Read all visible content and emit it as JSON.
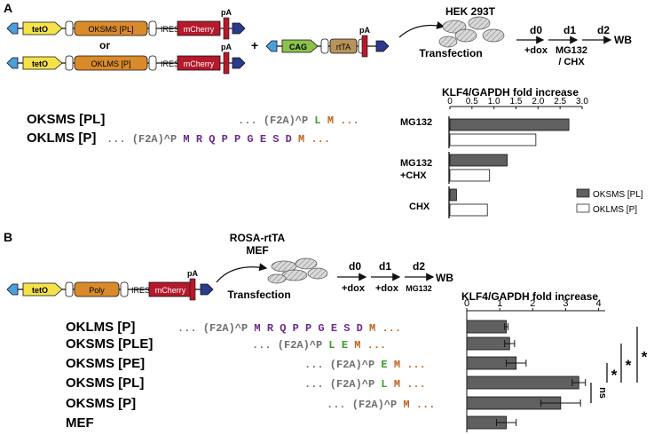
{
  "panel_a": {
    "letter": "A",
    "construct1": {
      "tetO": "tetO",
      "gene": "OKSMS [PL]",
      "ires": "IRES",
      "mcherry": "mCherry",
      "pA": "pA"
    },
    "or": "or",
    "construct2": {
      "tetO": "tetO",
      "gene": "OKLMS [P]",
      "ires": "IRES",
      "mcherry": "mCherry",
      "pA": "pA"
    },
    "plus": "+",
    "construct3": {
      "cag": "CAG",
      "rtta": "rtTA",
      "pA": "pA"
    },
    "cells": "HEK 293T",
    "transfection": "Transfection",
    "timeline": {
      "d0": "d0",
      "dox": "+dox",
      "d1": "d1",
      "treat1": "MG132",
      "treat2": "/ CHX",
      "d2": "d2",
      "wb": "WB"
    },
    "seq_label1": "OKSMS [PL]",
    "seq1": [
      {
        "t": "... (F2A)^P",
        "c": "#6e6e6e"
      },
      {
        "t": " L",
        "c": "#3c9a2e"
      },
      {
        "t": " M",
        "c": "#c0601c"
      },
      {
        "t": " ...",
        "c": "#c0601c"
      }
    ],
    "seq_label2": "OKLMS [P]",
    "seq2": [
      {
        "t": "... (F2A)^P",
        "c": "#6e6e6e"
      },
      {
        "t": " M R Q P P G E S D",
        "c": "#6a2a8a"
      },
      {
        "t": " M",
        "c": "#c0601c"
      },
      {
        "t": " ...",
        "c": "#c0601c"
      }
    ],
    "groups": [
      "MG132",
      "MG132",
      "+CHX",
      "CHX"
    ],
    "legend": [
      "OKSMS [PL]",
      "OKLMS [P]"
    ]
  },
  "panel_b": {
    "letter": "B",
    "construct": {
      "tetO": "tetO",
      "gene": "Poly",
      "ires": "IRES",
      "mcherry": "mCherry",
      "pA": "pA"
    },
    "cells1": "ROSA-rtTA",
    "cells2": "MEF",
    "transfection": "Transfection",
    "timeline": {
      "d0": "d0",
      "dox1": "+dox",
      "d1": "d1",
      "dox2": "+dox",
      "d2": "d2",
      "treat": "MG132",
      "wb": "WB"
    },
    "rows": [
      {
        "label": "OKLMS [P]",
        "seq": [
          {
            "t": "... (F2A)^P",
            "c": "#6e6e6e"
          },
          {
            "t": " M R Q P P G E S D",
            "c": "#6a2a8a"
          },
          {
            "t": " M",
            "c": "#c0601c"
          },
          {
            "t": " ...",
            "c": "#c0601c"
          }
        ]
      },
      {
        "label": "OKSMS [PLE]",
        "seq": [
          {
            "t": "... (F2A)^P",
            "c": "#6e6e6e"
          },
          {
            "t": " L E",
            "c": "#3c9a2e"
          },
          {
            "t": " M",
            "c": "#c0601c"
          },
          {
            "t": " ...",
            "c": "#c0601c"
          }
        ]
      },
      {
        "label": "OKSMS [PE]",
        "seq": [
          {
            "t": "... (F2A)^P",
            "c": "#6e6e6e"
          },
          {
            "t": " E",
            "c": "#3c9a2e"
          },
          {
            "t": " M",
            "c": "#c0601c"
          },
          {
            "t": " ...",
            "c": "#c0601c"
          }
        ]
      },
      {
        "label": "OKSMS [PL]",
        "seq": [
          {
            "t": "... (F2A)^P",
            "c": "#6e6e6e"
          },
          {
            "t": " L",
            "c": "#3c9a2e"
          },
          {
            "t": " M",
            "c": "#c0601c"
          },
          {
            "t": " ...",
            "c": "#c0601c"
          }
        ]
      },
      {
        "label": "OKSMS [P]",
        "seq": [
          {
            "t": "... (F2A)^P",
            "c": "#6e6e6e"
          },
          {
            "t": " M",
            "c": "#c0601c"
          },
          {
            "t": " ...",
            "c": "#c0601c"
          }
        ]
      },
      {
        "label": "MEF",
        "seq": []
      }
    ],
    "significance": [
      {
        "from": 3,
        "to": 4,
        "text": "ns"
      },
      {
        "from": 2,
        "to": 3,
        "text": "*"
      },
      {
        "from": 1,
        "to": 3,
        "text": "*"
      },
      {
        "from": 0,
        "to": 3,
        "text": "*"
      }
    ]
  },
  "colors": {
    "bar_dark": "#606060",
    "bar_light": "#ffffff",
    "tetO": "#f4e24a",
    "gene": "#d98a2b",
    "mcherry": "#b5192b",
    "pA": "#b5192b",
    "cag": "#8bc34a",
    "rtta": "#b8935a",
    "arm": "#4aa0dc",
    "arm_right": "#2a3a8c"
  },
  "chart_data": [
    {
      "type": "bar",
      "orientation": "horizontal",
      "title": "KLF4/GAPDH fold increase",
      "xlim": [
        0,
        3.0
      ],
      "xticks": [
        "0",
        "0.5",
        "1.0",
        "1.5",
        "2.0",
        "2.5",
        "3.0"
      ],
      "categories": [
        "MG132",
        "MG132 +CHX",
        "CHX"
      ],
      "series": [
        {
          "name": "OKSMS [PL]",
          "values": [
            2.7,
            1.3,
            0.15
          ]
        },
        {
          "name": "OKLMS [P]",
          "values": [
            1.95,
            0.9,
            0.85
          ]
        }
      ]
    },
    {
      "type": "bar",
      "orientation": "horizontal",
      "title": "KLF4/GAPDH fold increase",
      "xlim": [
        0,
        4.2
      ],
      "xticks": [
        "0",
        "1",
        "2",
        "3",
        "4"
      ],
      "categories": [
        "OKLMS [P]",
        "OKSMS [PLE]",
        "OKSMS [PE]",
        "OKSMS [PL]",
        "OKSMS [P]",
        "MEF"
      ],
      "values": [
        1.2,
        1.3,
        1.5,
        3.4,
        2.85,
        1.2
      ],
      "errors": [
        0.05,
        0.15,
        0.3,
        0.2,
        0.6,
        0.3
      ]
    }
  ]
}
